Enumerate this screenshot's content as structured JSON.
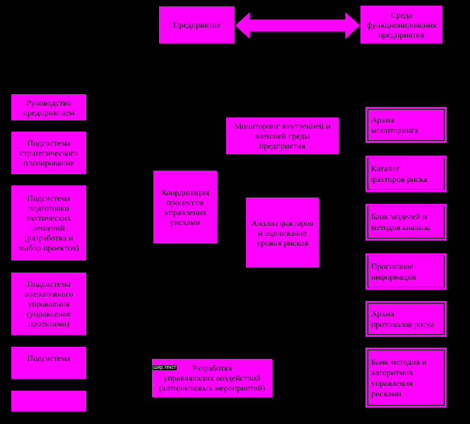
{
  "colors": {
    "background": "#000000",
    "box_fill": "#ff00ff",
    "text": "#000000"
  },
  "top": {
    "enterprise": "Предприятие",
    "environment": "Среда\nфункционирования\nпредприятия"
  },
  "left_column": [
    "Руководство\nпредприятием",
    "Подсистема\nстратегического\nпланирования",
    "Подсистема\nподготовки\nтактических\nрешений\n(разработка и\nвыбор проектов)",
    "Подсистема\nоперативного\nуправления\n(управление\nпроектами)",
    "Подсистема\n.",
    ""
  ],
  "center": {
    "monitoring": "Мониторинг внутренней и\nвнешней среды\nпредприятия",
    "coordination": "Координация\nпроцессов\nуправления\nрисками",
    "analysis": "Анализ факторов\nи оценивание\nуровня рисков",
    "development": "Разработка\nуправляющих воздействий\n(антирисковых мероприятий)",
    "development_overlay": "шир.текст"
  },
  "right_column": [
    "Архив\nмониторинга",
    "Каталог\nфакторов риска",
    "Банк моделей и\nметодов анализа",
    "Прогнозная\nинформация",
    "Архив\nпротоколов риска",
    "Банк методов и\nалгоритмов\nуправления\nрисками"
  ]
}
